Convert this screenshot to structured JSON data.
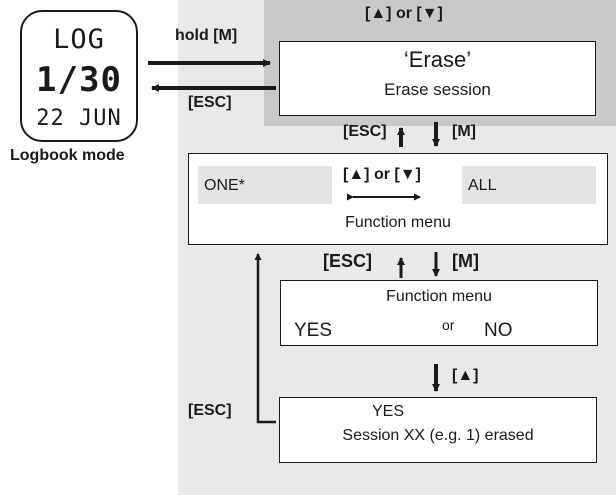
{
  "watch": {
    "line1": "LOG",
    "line2": "1/30",
    "line3": "22 JUN",
    "caption": "Logbook mode"
  },
  "labels": {
    "hold_m": "hold [M]",
    "esc_back": "[ESC]",
    "top_selector": "[▲] or [▼]",
    "esc_1": "[ESC]",
    "m_1": "[M]",
    "mid_selector": "[▲] or [▼]",
    "esc_2": "[ESC]",
    "m_2": "[M]",
    "up_key": "[▲]",
    "esc_left": "[ESC]"
  },
  "erase_box": {
    "title": "‘Erase’",
    "subtitle": "Erase session"
  },
  "function_box_1": {
    "option_left": "ONE*",
    "option_right": "ALL",
    "caption": "Function menu"
  },
  "function_box_2": {
    "caption": "Function menu",
    "yes": "YES",
    "or": "or",
    "no": "NO"
  },
  "result_box": {
    "line1": "YES",
    "line2": "Session XX (e.g. 1) erased"
  }
}
